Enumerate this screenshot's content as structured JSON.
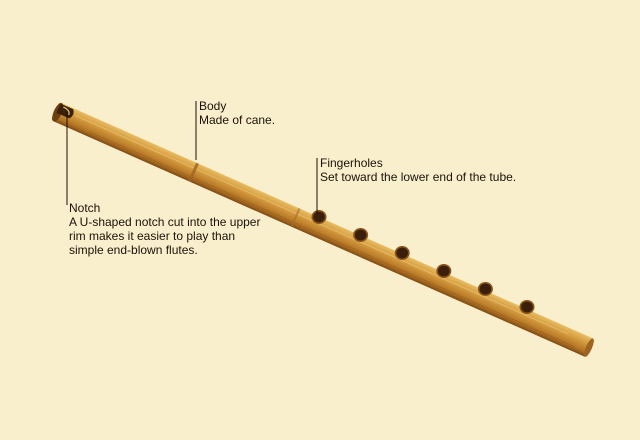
{
  "background_color": "#f9efcd",
  "flute_colors": {
    "cane_light": "#d8a24a",
    "cane_mid": "#b97b2a",
    "cane_dark": "#8a5418",
    "hole": "#3a1f0c"
  },
  "callouts": {
    "body": {
      "title": "Body",
      "description": "Made of cane."
    },
    "fingerholes": {
      "title": "Fingerholes",
      "description": "Set toward the lower end of the tube."
    },
    "notch": {
      "title": "Notch",
      "description": "A U-shaped notch cut into the upper rim makes it easier to play than simple end-blown flutes."
    }
  },
  "fingerhole_count": 6
}
